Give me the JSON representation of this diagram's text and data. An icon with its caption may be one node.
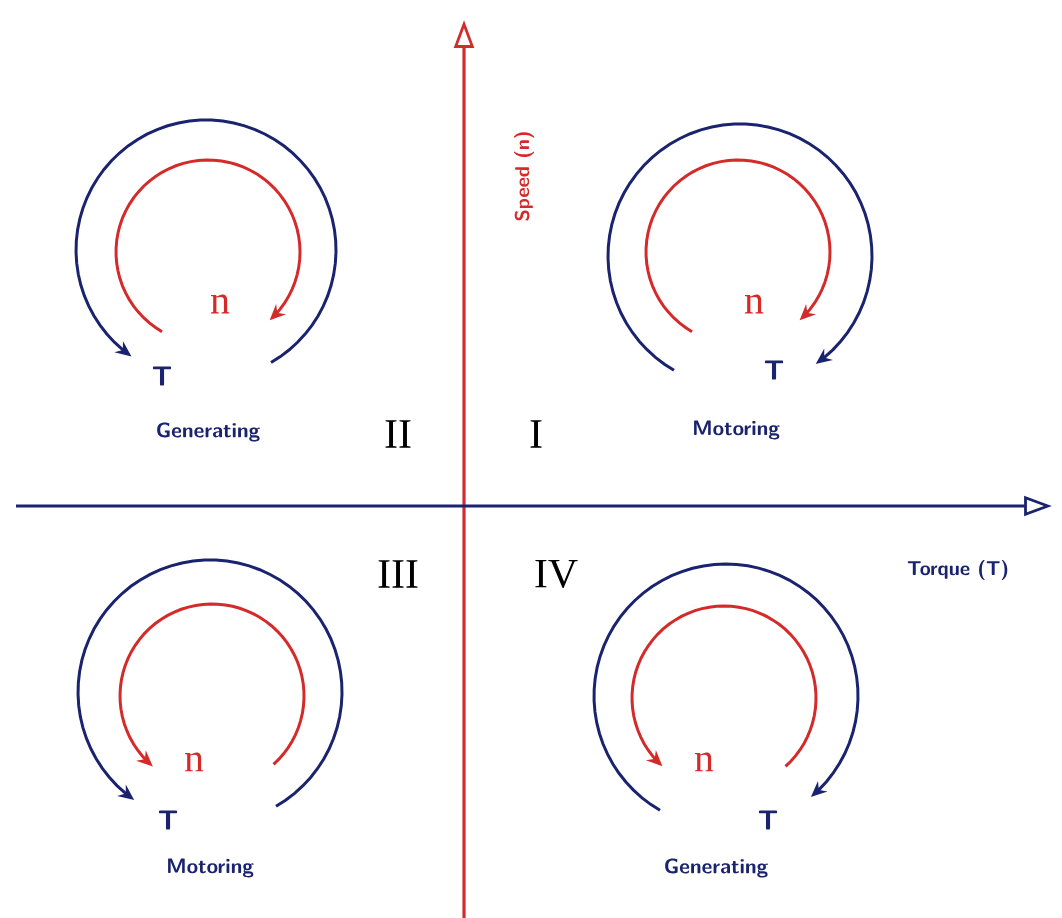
{
  "diagram": {
    "labels": [
      "Speed (n)",
      "n",
      "n",
      "T",
      "T",
      "Generating",
      "II",
      "I",
      "Motoring",
      "III",
      "IV",
      "Torque (T)",
      "n",
      "n",
      "T",
      "T",
      "Motoring",
      "Generating"
    ]
  }
}
